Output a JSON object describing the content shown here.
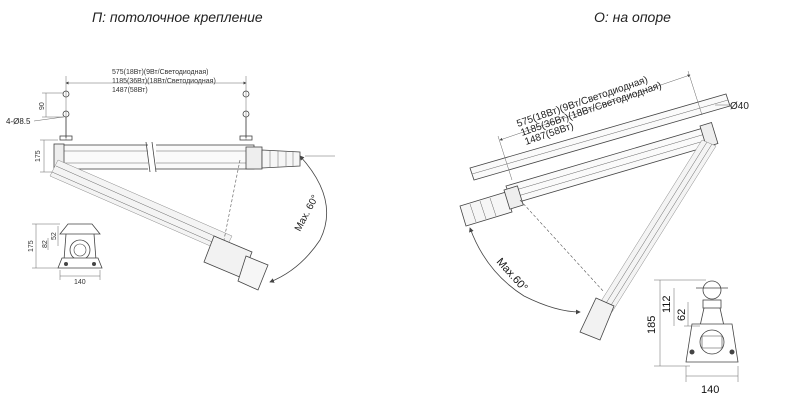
{
  "left": {
    "title": "П: потолочное крепление",
    "lengths": [
      "575(18Вт)(9Вт/Светодиодная)",
      "1185(36Вт)(18Вт/Светодиодная)",
      "1487(58Вт)"
    ],
    "dim_90": "90",
    "dim_hole": "4-Ø8.5",
    "dim_175": "175",
    "angle": "Max. 60°",
    "small_dims": {
      "h175": "175",
      "h82": "82",
      "h52": "52",
      "w140": "140"
    }
  },
  "right": {
    "title": "О: на опоре",
    "lengths": [
      "575(18Вт)(9Вт/Светодиодная)",
      "1185(36Вт)(18Вт/Светодиодная)",
      "1487(58Вт)"
    ],
    "dim_pipe": "Ø40",
    "angle": "Max.60°",
    "small_dims": {
      "h185": "185",
      "h112": "112",
      "h62": "62",
      "w140": "140"
    }
  }
}
